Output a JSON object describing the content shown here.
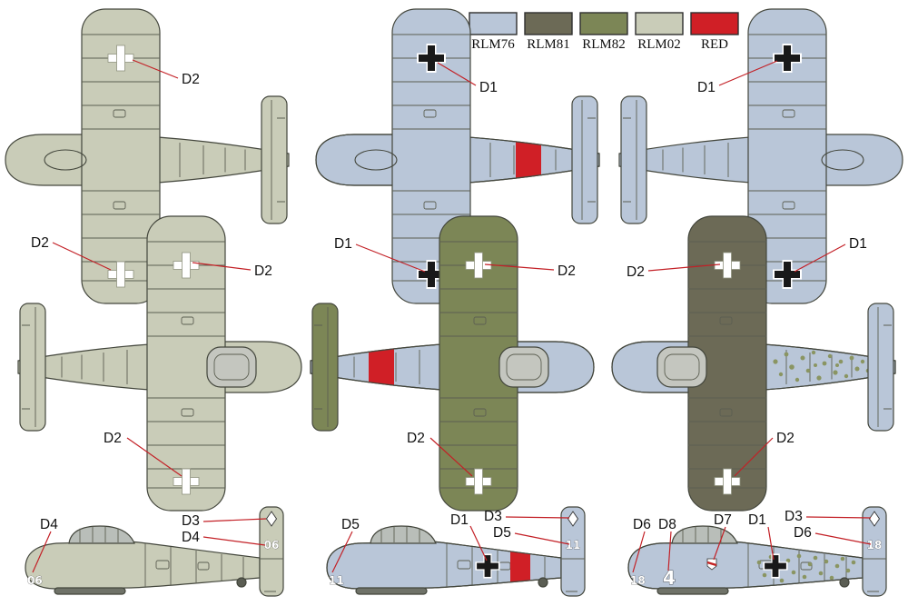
{
  "legend": {
    "items": [
      {
        "label": "RLM76",
        "color": "#b9c6d8"
      },
      {
        "label": "RLM81",
        "color": "#6c6a56"
      },
      {
        "label": "RLM82",
        "color": "#7c8656"
      },
      {
        "label": "RLM02",
        "color": "#c9ccb8"
      },
      {
        "label": "RED",
        "color": "#d01f26"
      }
    ]
  },
  "callouts": {
    "left": {
      "top_view_upper_wing": "D2",
      "top_view_lower_wing": "D2",
      "bottom_view_upper_wing": "D2",
      "bottom_view_lower_wing": "D2",
      "side_nose": "D4",
      "side_fin_emblem": "D3",
      "side_fin_number": "D4"
    },
    "middle": {
      "top_view_upper_wing": "D1",
      "top_view_lower_wing": "D1",
      "bottom_view_upper_wing": "D2",
      "bottom_view_lower_wing": "D2",
      "side_nose": "D5",
      "side_fuselage_cross": "D1",
      "side_fin_emblem": "D3",
      "side_fin_number": "D5"
    },
    "right": {
      "top_view_upper_wing": "D1",
      "top_view_lower_wing": "D1",
      "bottom_view_upper_wing": "D2",
      "bottom_view_lower_wing": "D2",
      "side_nose": "D6",
      "side_tactical_number": "D8",
      "side_badge": "D7",
      "side_fuselage_cross": "D1",
      "side_fin_emblem": "D3",
      "side_fin_number": "D6"
    }
  },
  "markings": {
    "left": {
      "nose_number": "06",
      "fin_number": "06"
    },
    "middle": {
      "nose_number": "11",
      "fin_number": "11"
    },
    "right": {
      "nose_number": "18",
      "fin_number": "18",
      "tactical_number": "4"
    }
  }
}
